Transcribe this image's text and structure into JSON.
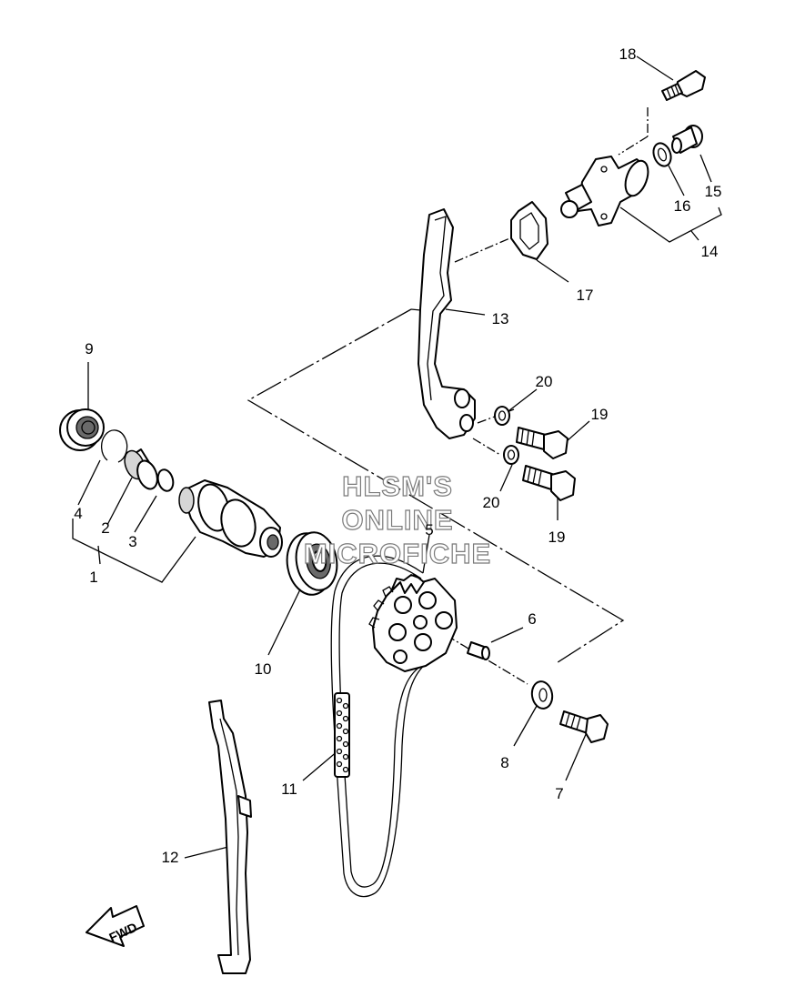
{
  "watermark": {
    "line1": "HLSM'S",
    "line2": "ONLINE",
    "line3": "MICROFICHE"
  },
  "direction_arrow": "FWD",
  "part_numbers": {
    "p1": "1",
    "p2": "2",
    "p3": "3",
    "p4": "4",
    "p5": "5",
    "p6": "6",
    "p7": "7",
    "p8": "8",
    "p9": "9",
    "p10": "10",
    "p11": "11",
    "p12": "12",
    "p13": "13",
    "p14": "14",
    "p15": "15",
    "p16": "16",
    "p17": "17",
    "p18": "18",
    "p19a": "19",
    "p19b": "19",
    "p20a": "20",
    "p20b": "20"
  }
}
